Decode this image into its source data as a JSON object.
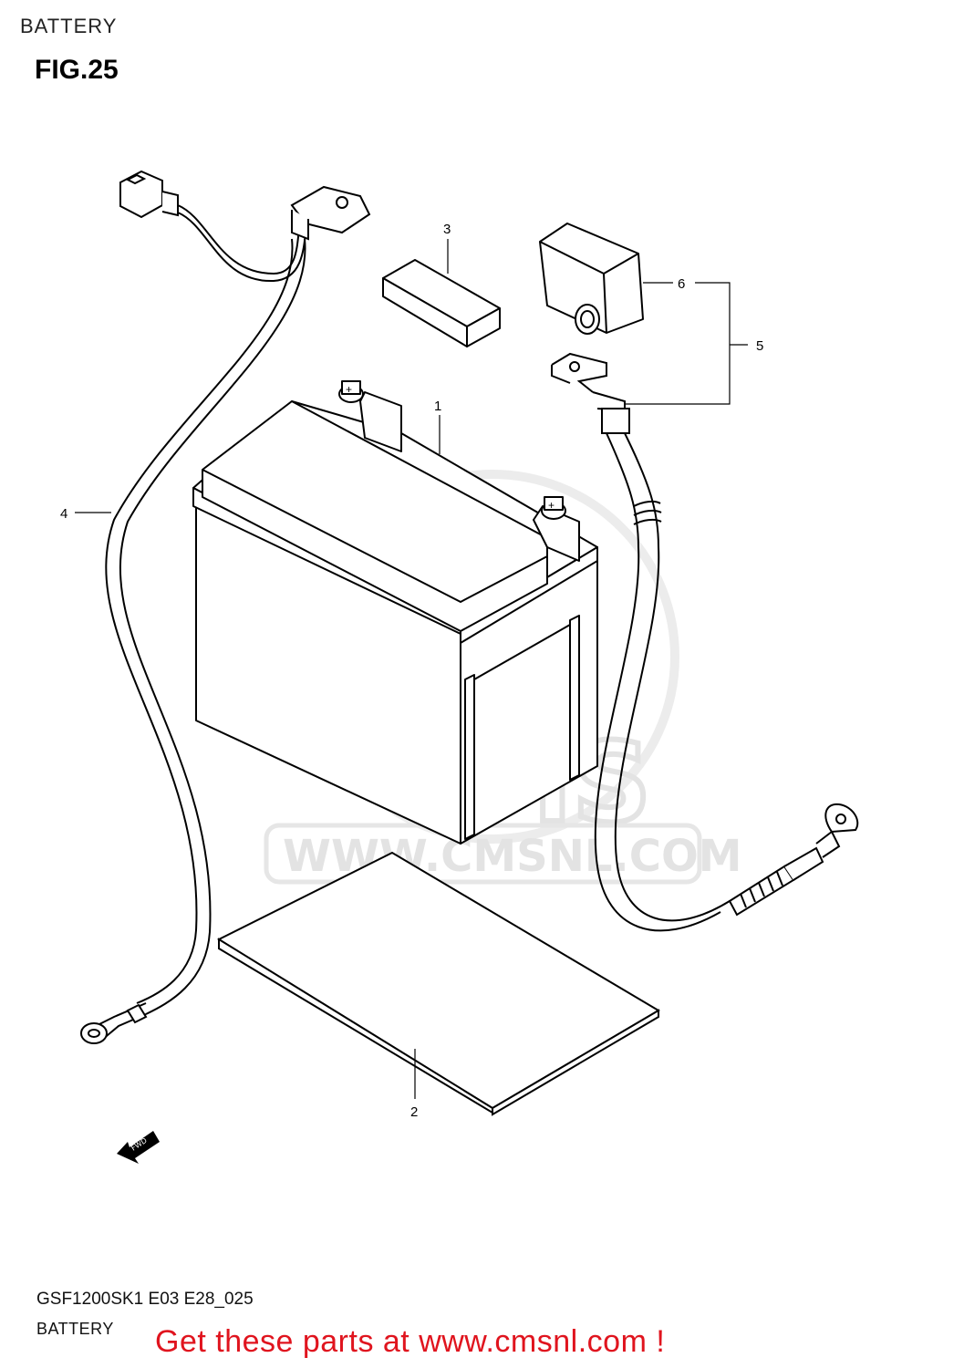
{
  "header": {
    "title": "BATTERY"
  },
  "figure": {
    "label": "FIG.25"
  },
  "callouts": [
    "1",
    "2",
    "3",
    "4",
    "5",
    "6"
  ],
  "fwd_label": "FWD",
  "watermark": {
    "brand": "CMS",
    "url": "WWW.CMSNL.COM"
  },
  "footer": {
    "model_code": "GSF1200SK1 E03 E28_025",
    "section_name": "BATTERY",
    "cta": "Get these parts at www.cmsnl.com !"
  },
  "colors": {
    "cta": "#e0141e",
    "lines": "#000000",
    "watermark": "#e3e3e3"
  }
}
